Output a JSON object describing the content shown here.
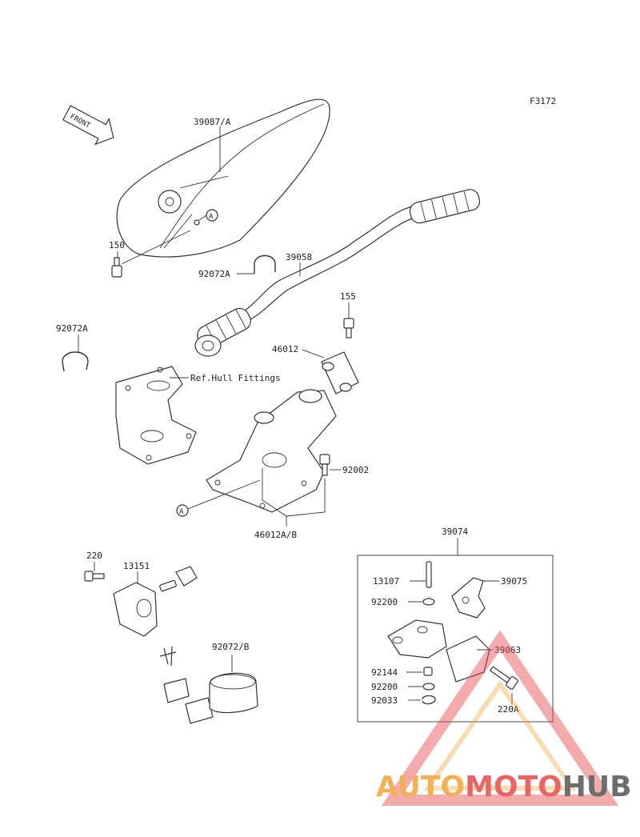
{
  "figure_code": "F3172",
  "front_label": "FRONT",
  "ref_text": "Ref.Hull Fittings",
  "callout_a": "A",
  "parts": {
    "p39087": "39087/A",
    "p150": "150",
    "p92072a_top": "92072A",
    "p39058": "39058",
    "p155": "155",
    "p92072a_left": "92072A",
    "p46012": "46012",
    "p92002": "92002",
    "p46012ab": "46012A/B",
    "p220": "220",
    "p13151": "13151",
    "p92072b": "92072/B",
    "p39074": "39074",
    "p13107": "13107",
    "p39075": "39075",
    "p92200a": "92200",
    "p39063": "39063",
    "p92144": "92144",
    "p92200b": "92200",
    "p92033": "92033",
    "p220a": "220A"
  },
  "watermark": {
    "part1": "AUTO",
    "part2": "MOTO",
    "part3": "HUB",
    "color_auto": "#f2a33a",
    "color_moto": "#e84b4b",
    "color_hub": "#555555"
  }
}
